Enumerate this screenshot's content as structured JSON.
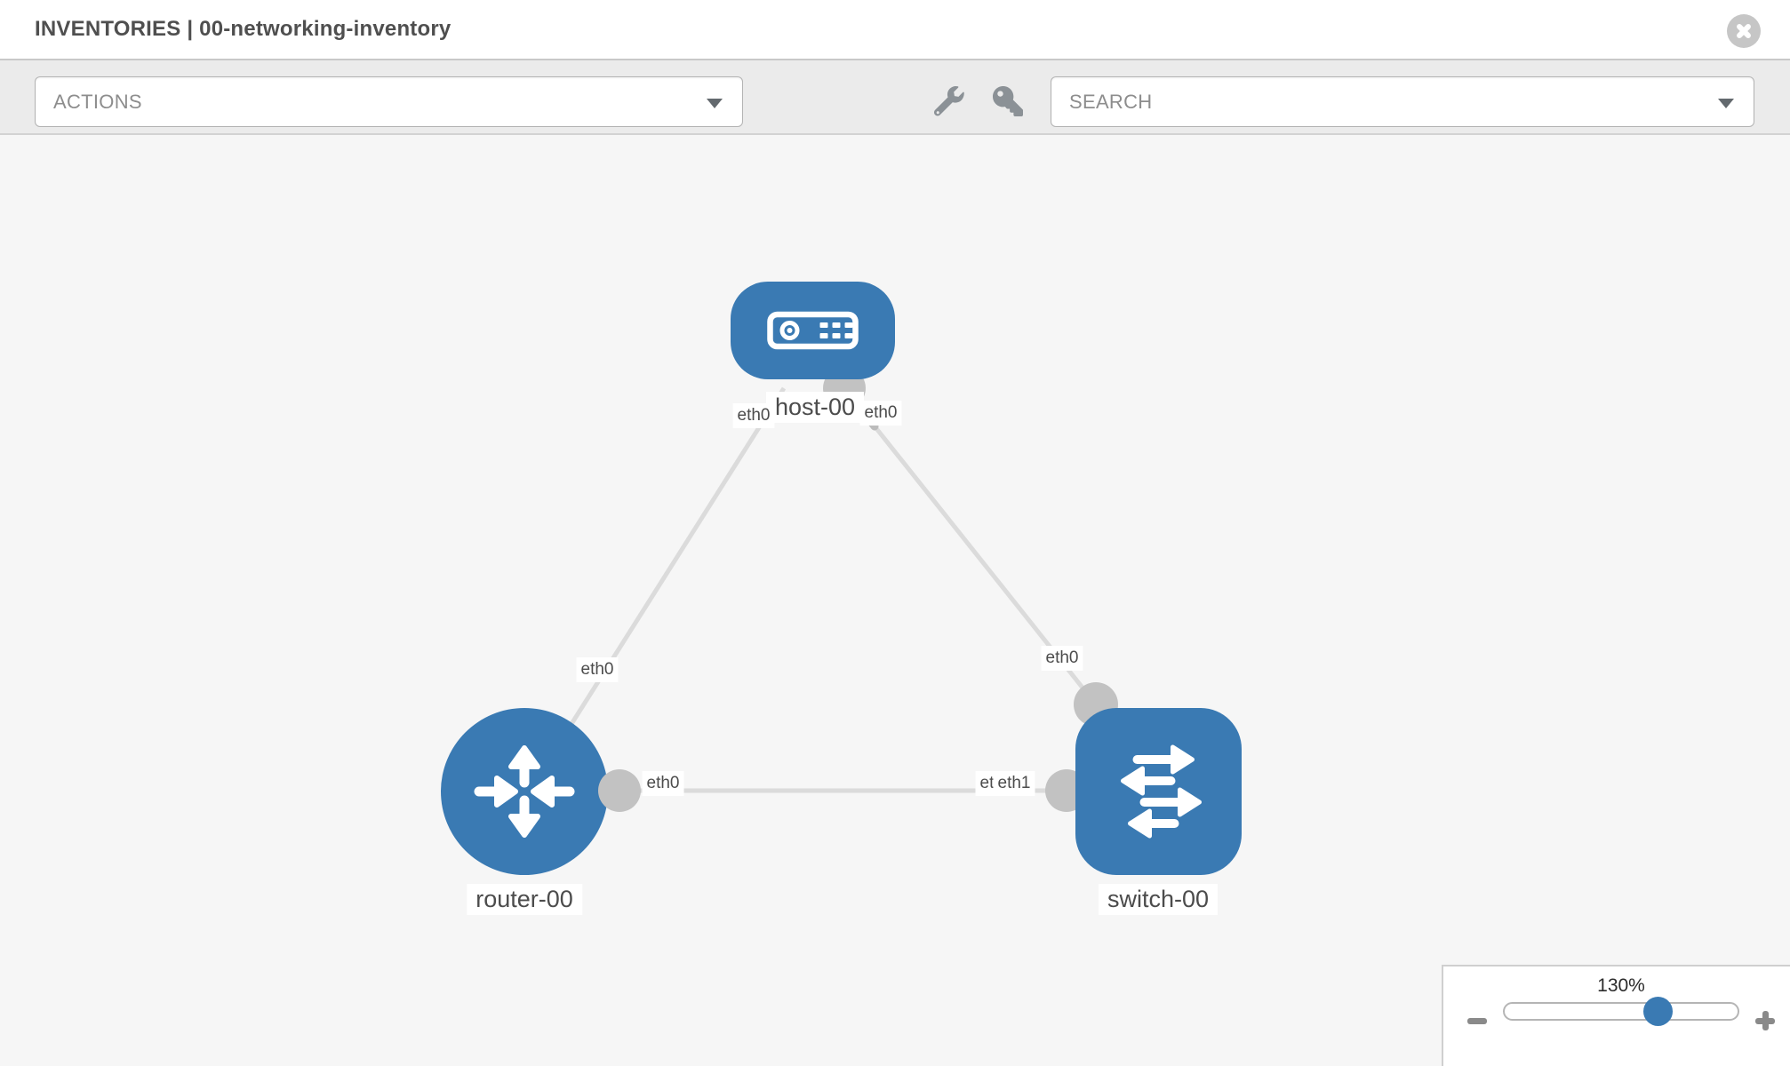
{
  "header": {
    "section": "INVENTORIES",
    "separator": "|",
    "inventory_name": "00-networking-inventory",
    "close_icon": "close-icon"
  },
  "toolbar": {
    "actions_label": "ACTIONS",
    "search_label": "SEARCH",
    "icons": [
      "wrench-icon",
      "key-icon",
      "caret-down-icon"
    ]
  },
  "topology": {
    "nodes": [
      {
        "id": "host-00",
        "label": "host-00",
        "type": "host",
        "icon": "host-icon"
      },
      {
        "id": "router-00",
        "label": "router-00",
        "type": "router",
        "icon": "router-icon"
      },
      {
        "id": "switch-00",
        "label": "switch-00",
        "type": "switch",
        "icon": "switch-icon"
      }
    ],
    "links": [
      {
        "from": "host-00",
        "to": "router-00",
        "from_interface": "eth0",
        "to_interface": "eth0"
      },
      {
        "from": "host-00",
        "to": "switch-00",
        "from_interface": "eth0",
        "to_interface": "eth0"
      },
      {
        "from": "router-00",
        "to": "switch-00",
        "from_interface": "eth0",
        "to_interface": "eth1"
      }
    ],
    "port_labels": {
      "host_left": "eth0",
      "host_right": "eth0",
      "link_a_mid": "eth0",
      "link_b_switch": "eth0",
      "link_c_router": "eth0",
      "link_c_switch_under": "eth0",
      "link_c_switch_over": "eth1"
    }
  },
  "zoom_control": {
    "value": "130%",
    "zoom_out_icon": "minus-icon",
    "zoom_in_icon": "plus-icon"
  },
  "colors": {
    "node_blue": "#3a7ab3",
    "link_gray": "#dbdbdb",
    "interface_gray": "#c2c2c2",
    "canvas_bg": "#f6f6f6",
    "toolbar_bg": "#ebebeb"
  }
}
